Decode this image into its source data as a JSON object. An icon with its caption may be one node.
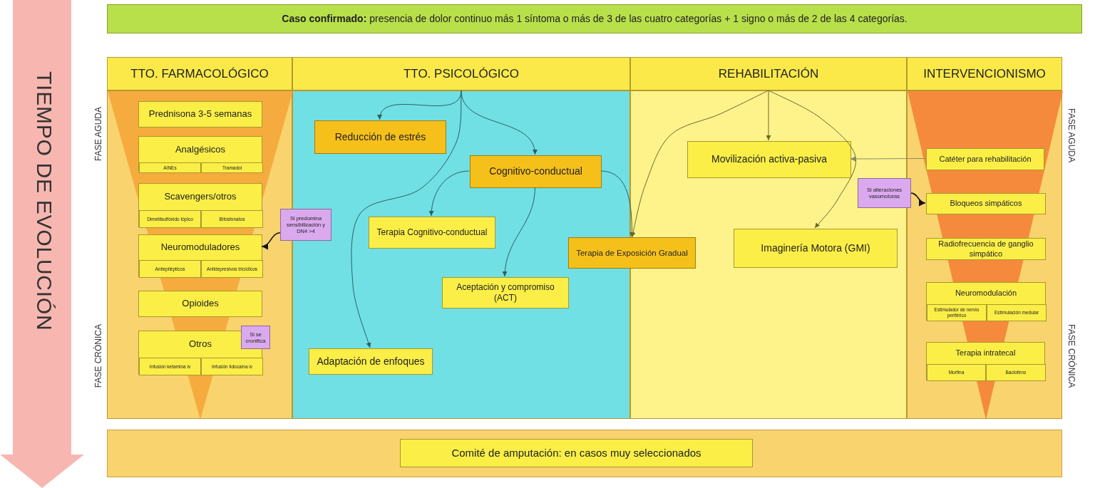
{
  "diagram": {
    "nodes": [
      {
        "text": [
          "**Caso confirmado:** presencia de dolor continuo más 1 síntoma o más de 3 de las cuatro categorías + 1 signo o más de 2 de las 4 categorías."
        ]
      },
      {
        "text": [
          "TTO. FARMACOLÓGICO"
        ]
      },
      {
        "text": [],
        "shape": "box"
      },
      {
        "text": [
          "Prednisona 3-5 semanas"
        ],
        "in": 2
      },
      {
        "text": [
          "Analgésicos"
        ],
        "in": 2
      },
      {
        "text": [
          "AINEs"
        ],
        "in": 4
      },
      {
        "text": [
          "Tramadol"
        ],
        "in": 4
      },
      {
        "text": [
          "Scavengers/otros"
        ],
        "in": 2
      },
      {
        "text": [
          "Dimetilsulfóxido tópico"
        ],
        "in": 7
      },
      {
        "text": [
          "Bifosfonatos"
        ],
        "in": 7
      },
      {
        "text": [
          "Neuromoduladores"
        ],
        "in": 2
      },
      {
        "text": [
          "Antiepilépticos"
        ],
        "in": 10
      },
      {
        "text": [
          "Antidepresivos tricíclicos"
        ],
        "in": 10
      },
      {
        "text": [
          "Opioides"
        ],
        "in": 2
      },
      {
        "text": [
          "Otros"
        ],
        "in": 2
      },
      {
        "text": [
          "Infusión ketamina iv"
        ],
        "in": 14
      },
      {
        "text": [
          "Infusión lidocaína iv"
        ],
        "in": 14
      },
      {
        "text": [
          "Si predomina sensibilización y DN4 >4"
        ]
      },
      {
        "text": [
          "Si se cronifica"
        ],
        "in": 2
      },
      {
        "text": [
          "TTO. PSICOLÓGICO"
        ]
      },
      {
        "text": [],
        "shape": "box"
      },
      {
        "text": [
          "Reducción de estrés"
        ],
        "in": 20
      },
      {
        "text": [
          "Cognitivo-conductual"
        ],
        "in": 20
      },
      {
        "text": [
          "Terapia Cognitivo-conductual"
        ],
        "in": 20
      },
      {
        "text": [
          "Aceptación y compromiso (ACT)"
        ],
        "in": 20
      },
      {
        "text": [
          "Adaptación de enfoques"
        ],
        "in": 20
      },
      {
        "text": [
          "Terapia de Exposición Gradual"
        ]
      },
      {
        "text": [
          "REHABILITACIÓN"
        ]
      },
      {
        "text": [],
        "shape": "box"
      },
      {
        "text": [
          "Movilización activa-pasiva"
        ],
        "in": 28
      },
      {
        "text": [
          "Imaginería Motora (GMI)"
        ],
        "in": 28
      },
      {
        "text": [
          "Si alteraciones vasomotoras"
        ]
      },
      {
        "text": [
          "INTERVENCIONISMO"
        ]
      },
      {
        "text": [],
        "shape": "box"
      },
      {
        "text": [
          "Catéter para rehabilitación"
        ],
        "in": 33
      },
      {
        "text": [
          "Bloqueos simpáticos"
        ],
        "in": 33
      },
      {
        "text": [
          "Radiofrecuencia de ganglio simpático"
        ],
        "in": 33
      },
      {
        "text": [
          "Neuromodulación"
        ],
        "in": 33
      },
      {
        "text": [
          "Estimulador de nervio periférico"
        ],
        "in": 37
      },
      {
        "text": [
          "Estimulación medular"
        ],
        "in": 37
      },
      {
        "text": [
          "Terapia intratecal"
        ],
        "in": 33
      },
      {
        "text": [
          "Morfina"
        ],
        "in": 40
      },
      {
        "text": [
          "Baclofeno"
        ],
        "in": 40
      },
      {
        "text": [],
        "shape": "box"
      },
      {
        "text": [
          "Comité de amputación: en casos muy seleccionados"
        ],
        "in": 43
      }
    ],
    "edges": [
      {
        "from": 17,
        "to": 10,
        "arrow": "to",
        "color": "#111111"
      },
      {
        "from": 19,
        "to": 21,
        "arrow": "to"
      },
      {
        "from": 19,
        "to": 22,
        "arrow": "to"
      },
      {
        "from": 19,
        "to": 25,
        "arrow": "to"
      },
      {
        "from": 22,
        "to": 23,
        "arrow": "to"
      },
      {
        "from": 22,
        "to": 24,
        "arrow": "to"
      },
      {
        "from": 22,
        "to": 26,
        "arrow": "to"
      },
      {
        "from": 27,
        "to": 29,
        "arrow": "to",
        "color": "#6b6a2e"
      },
      {
        "from": 27,
        "to": 30,
        "arrow": "to",
        "color": "#6b6a2e"
      },
      {
        "from": 27,
        "to": 26,
        "arrow": "to",
        "color": "#6b6a2e"
      },
      {
        "from": 34,
        "to": 29,
        "arrow": "to",
        "color": "#8c8a66"
      },
      {
        "from": 31,
        "to": 35,
        "arrow": "to",
        "color": "#111111"
      }
    ],
    "labels": [
      "TIEMPO DE EVOLUCIÓN",
      "FASE AGUDA",
      "FASE CRÓNICA",
      "FASE AGUDA",
      "FASE CRÓNICA"
    ]
  }
}
